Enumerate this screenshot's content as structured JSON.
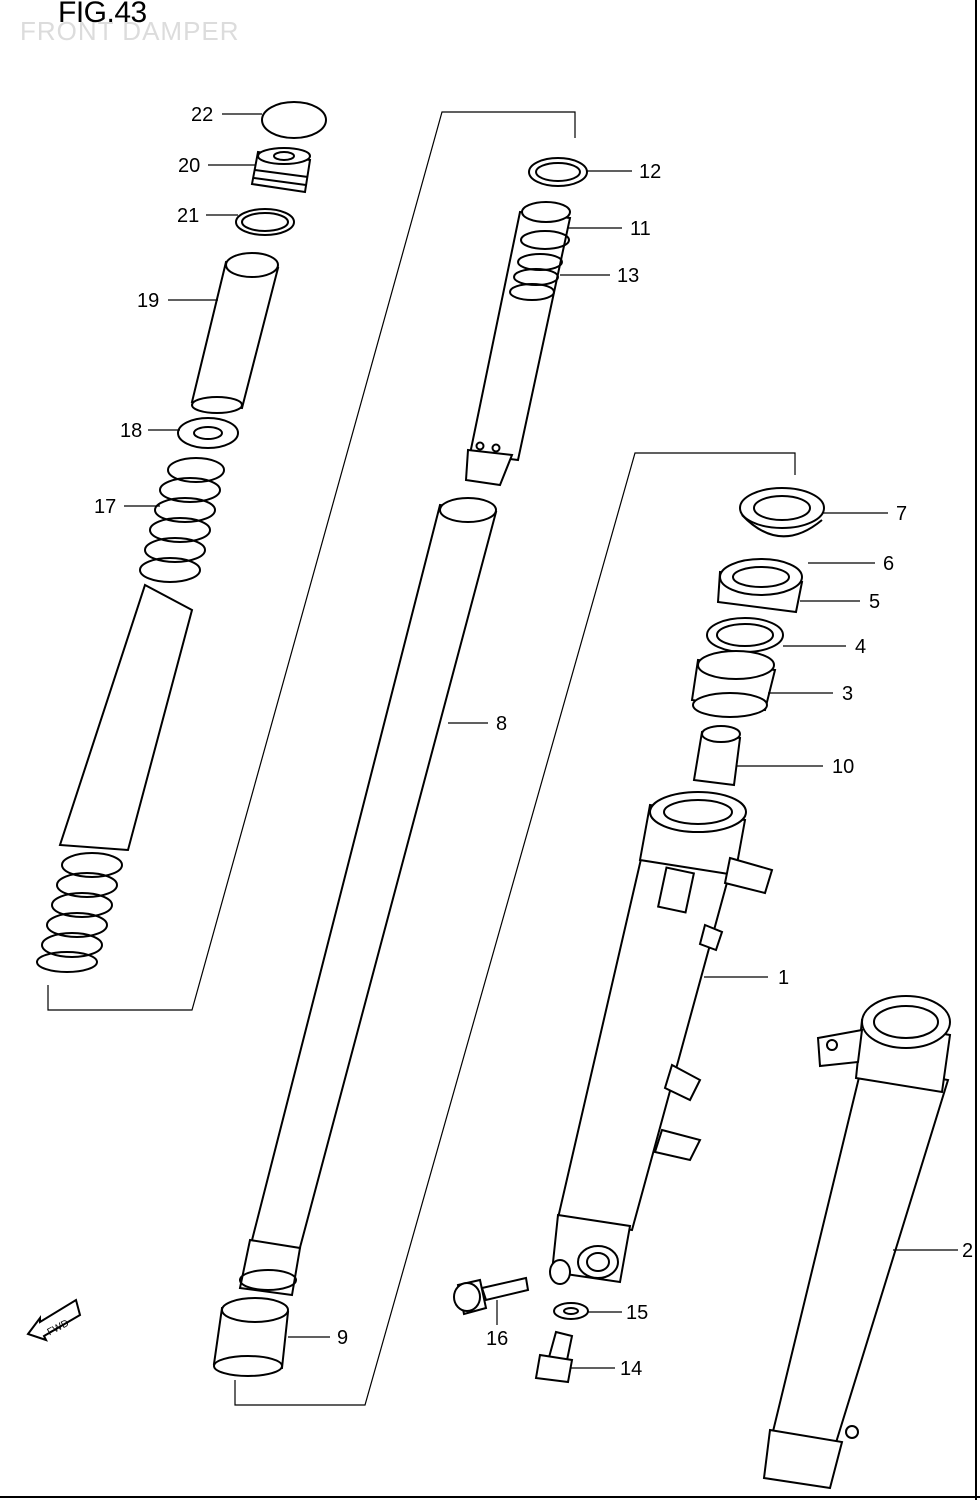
{
  "figure": {
    "title": "FIG.43",
    "subtitle": "FRONT DAMPER"
  },
  "fwd_label": "FWD",
  "callouts": [
    "22",
    "20",
    "21",
    "19",
    "18",
    "17",
    "12",
    "11",
    "13",
    "8",
    "7",
    "6",
    "5",
    "4",
    "3",
    "10",
    "1",
    "2",
    "9",
    "16",
    "15",
    "14"
  ]
}
